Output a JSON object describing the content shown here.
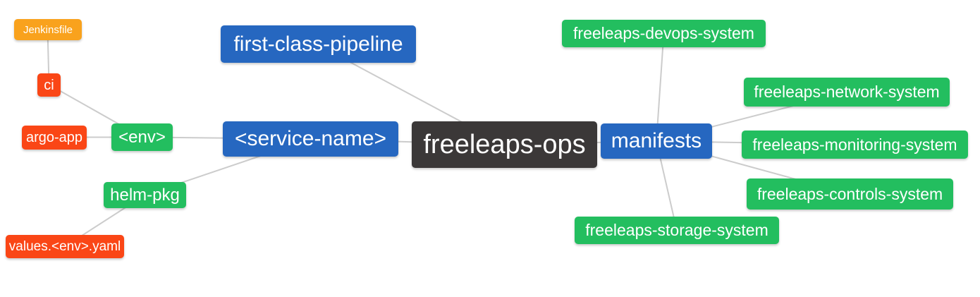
{
  "diagram": {
    "type": "mindmap",
    "root_label": "freeleaps-ops",
    "colors": {
      "blue": "#2667C0",
      "green": "#23BE5F",
      "red": "#FA4616",
      "orange": "#F9A21D",
      "dark": "#3B3838",
      "edge": "#CCCCCC",
      "node_text": "#FFFFFF",
      "background": "#FFFFFF"
    },
    "nodes": [
      {
        "id": "jenkinsfile",
        "label": "Jenkinsfile",
        "color": "orange"
      },
      {
        "id": "ci",
        "label": "ci",
        "color": "red"
      },
      {
        "id": "argo-app",
        "label": "argo-app",
        "color": "red"
      },
      {
        "id": "env",
        "label": "<env>",
        "color": "green"
      },
      {
        "id": "helm-pkg",
        "label": "helm-pkg",
        "color": "green"
      },
      {
        "id": "values-env-yaml",
        "label": "values.<env>.yaml",
        "color": "red"
      },
      {
        "id": "service-name",
        "label": "<service-name>",
        "color": "blue"
      },
      {
        "id": "first-class-pipeline",
        "label": "first-class-pipeline",
        "color": "blue"
      },
      {
        "id": "freeleaps-ops",
        "label": "freeleaps-ops",
        "color": "dark"
      },
      {
        "id": "manifests",
        "label": "manifests",
        "color": "blue"
      },
      {
        "id": "devops-system",
        "label": "freeleaps-devops-system",
        "color": "green"
      },
      {
        "id": "network-system",
        "label": "freeleaps-network-system",
        "color": "green"
      },
      {
        "id": "monitoring-system",
        "label": "freeleaps-monitoring-system",
        "color": "green"
      },
      {
        "id": "controls-system",
        "label": "freeleaps-controls-system",
        "color": "green"
      },
      {
        "id": "storage-system",
        "label": "freeleaps-storage-system",
        "color": "green"
      }
    ],
    "edges": [
      {
        "from": "jenkinsfile",
        "to": "ci"
      },
      {
        "from": "ci",
        "to": "env"
      },
      {
        "from": "argo-app",
        "to": "env"
      },
      {
        "from": "env",
        "to": "service-name"
      },
      {
        "from": "helm-pkg",
        "to": "service-name"
      },
      {
        "from": "values-env-yaml",
        "to": "helm-pkg"
      },
      {
        "from": "service-name",
        "to": "freeleaps-ops"
      },
      {
        "from": "first-class-pipeline",
        "to": "freeleaps-ops"
      },
      {
        "from": "freeleaps-ops",
        "to": "manifests"
      },
      {
        "from": "manifests",
        "to": "devops-system"
      },
      {
        "from": "manifests",
        "to": "network-system"
      },
      {
        "from": "manifests",
        "to": "monitoring-system"
      },
      {
        "from": "manifests",
        "to": "controls-system"
      },
      {
        "from": "manifests",
        "to": "storage-system"
      }
    ]
  }
}
